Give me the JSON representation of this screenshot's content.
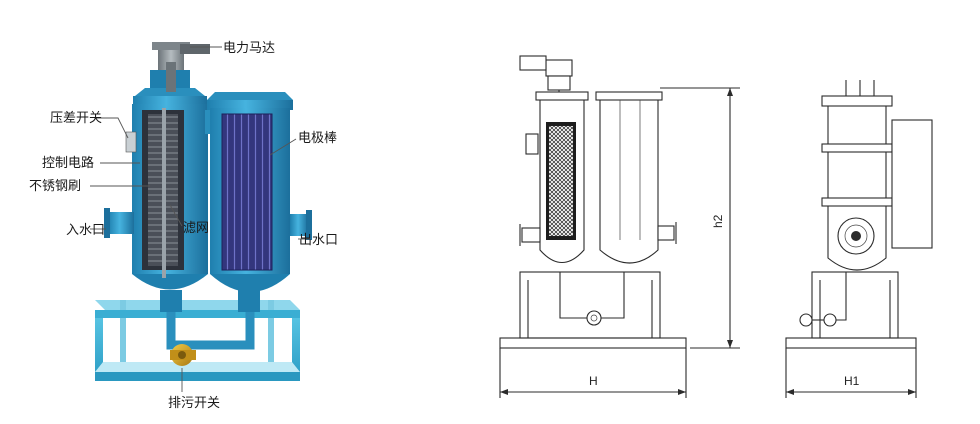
{
  "labels": {
    "motor": "电力马达",
    "pressure_switch": "压差开关",
    "control_circuit": "控制电路",
    "steel_brush": "不锈钢刷",
    "inlet": "入水口",
    "screen": "滤网",
    "electrode": "电极棒",
    "outlet": "出水口",
    "drain_switch": "排污开关"
  },
  "dimensions": {
    "height": "h2",
    "width": "H",
    "side_width": "H1"
  },
  "colors": {
    "body_blue": "#2f9bc6",
    "frame_cyan": "#3fb6d8",
    "dark_core": "#3a3f4a",
    "electrode_purple": "#3d3f8f",
    "valve_yellow": "#d8a21c",
    "motor_grey": "#8c9398"
  }
}
